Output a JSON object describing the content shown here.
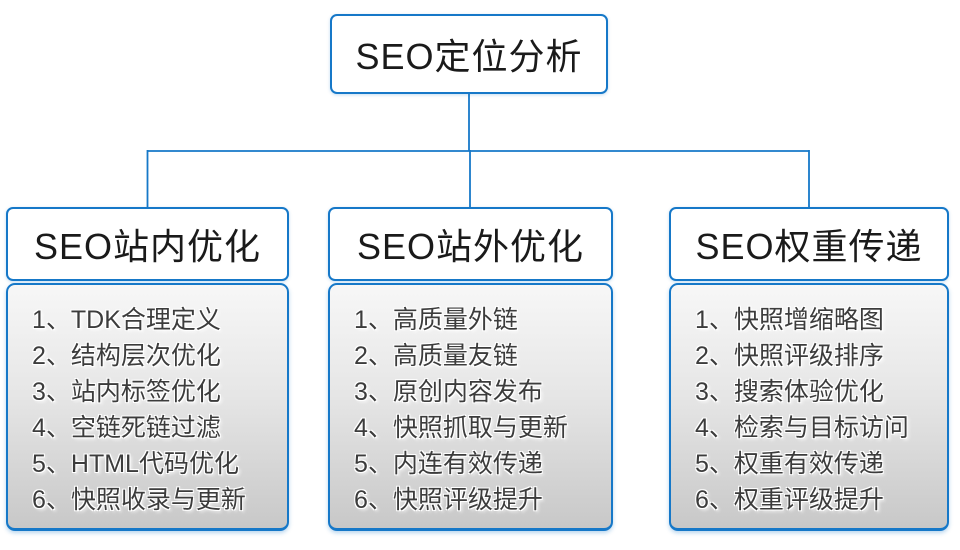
{
  "root": {
    "title": "SEO定位分析"
  },
  "columns": [
    {
      "title": "SEO站内优化",
      "items": [
        "1、TDK合理定义",
        "2、结构层次优化",
        "3、站内标签优化",
        "4、空链死链过滤",
        "5、HTML代码优化",
        "6、快照收录与更新"
      ]
    },
    {
      "title": "SEO站外优化",
      "items": [
        "1、高质量外链",
        "2、高质量友链",
        "3、原创内容发布",
        "4、快照抓取与更新",
        "5、内连有效传递",
        "6、快照评级提升"
      ]
    },
    {
      "title": "SEO权重传递",
      "items": [
        "1、快照增缩略图",
        "2、快照评级排序",
        "3、搜索体验优化",
        "4、检索与目标访问",
        "5、权重有效传递",
        "6、权重评级提升"
      ]
    }
  ],
  "colors": {
    "accent": "#1678c8",
    "heading_text": "#1a1a1a",
    "item_text": "#3c3c3c",
    "panel_top": "#f7f7f7",
    "panel_bottom": "#c8c8c8"
  }
}
